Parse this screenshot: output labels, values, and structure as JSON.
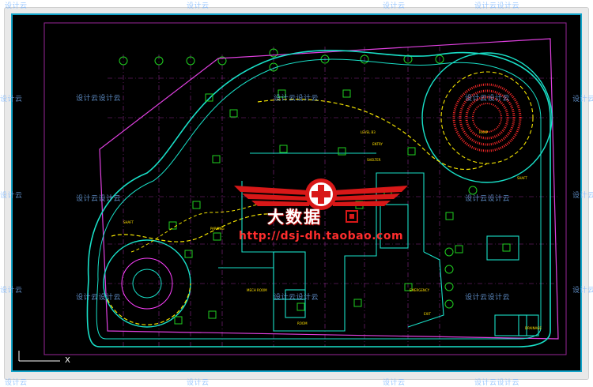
{
  "watermark": {
    "text": "设计云设计云",
    "short": "设计云",
    "color": "#7ab6ff"
  },
  "logo": {
    "name": "大数据",
    "url": "http://dsj-dh.taobao.com"
  },
  "cad": {
    "axis_label": "X",
    "colors": {
      "background": "#000000",
      "frame": "#11a3c9",
      "wall": "#19e0c8",
      "structure": "#ff40ff",
      "path": "#f2e200",
      "grid": "#20b020",
      "hatch": "#ff2a2a",
      "text": "#ffe000"
    }
  }
}
